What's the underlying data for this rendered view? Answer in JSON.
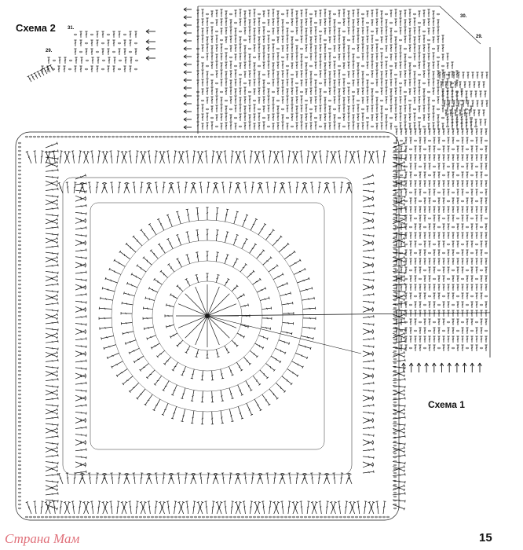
{
  "diagrams": {
    "scheme2_label": "Схема 2",
    "scheme1_label": "Схема 1"
  },
  "row_numbers": {
    "r31": "31.",
    "r29_left": "29.",
    "r30": "30.",
    "r29_right": "29."
  },
  "page": {
    "number": "15",
    "watermark": "Страна Мам"
  },
  "colors": {
    "ink": "#1a1a1a",
    "watermark": "#e0707a",
    "background": "#ffffff"
  }
}
